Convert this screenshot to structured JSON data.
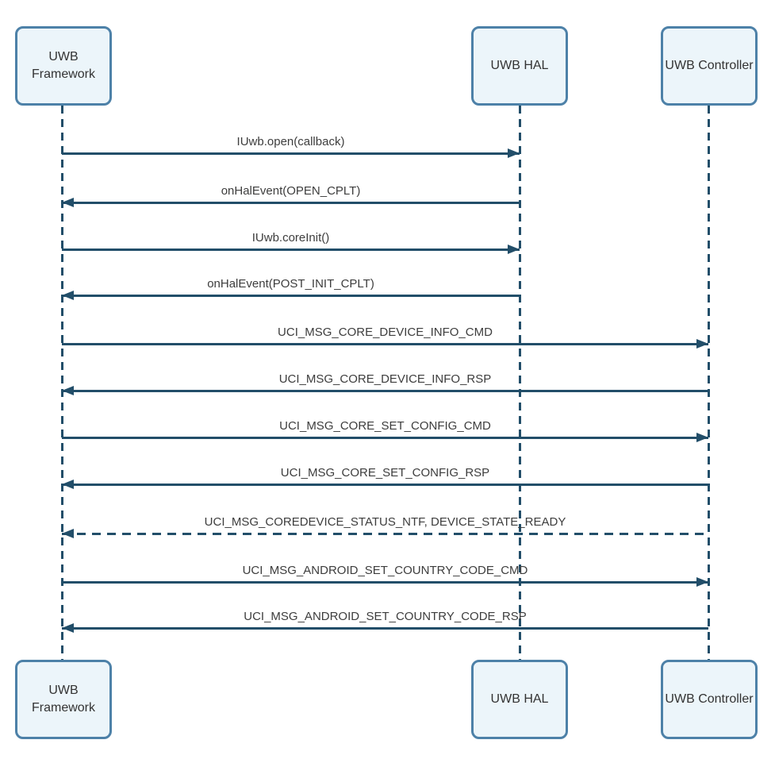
{
  "diagram": {
    "type": "sequence",
    "title": "",
    "colors": {
      "background": "#ffffff",
      "box_fill": "#ecf5fa",
      "box_border": "#4d81a8",
      "line": "#224e69",
      "label_text": "#3d3d3d"
    },
    "lifeline_style": "dashed",
    "actors": [
      {
        "id": "uwb-framework",
        "label": "UWB Framework"
      },
      {
        "id": "uwb-hal",
        "label": "UWB HAL"
      },
      {
        "id": "uwb-controller",
        "label": "UWB Controller"
      }
    ],
    "messages": [
      {
        "label": "IUwb.open(callback)",
        "from": "UWB Framework",
        "to": "UWB HAL",
        "line": "solid",
        "direction": "right"
      },
      {
        "label": "onHalEvent(OPEN_CPLT)",
        "from": "UWB HAL",
        "to": "UWB Framework",
        "line": "solid",
        "direction": "left"
      },
      {
        "label": "IUwb.coreInit()",
        "from": "UWB Framework",
        "to": "UWB HAL",
        "line": "solid",
        "direction": "right"
      },
      {
        "label": "onHalEvent(POST_INIT_CPLT)",
        "from": "UWB HAL",
        "to": "UWB Framework",
        "line": "solid",
        "direction": "left"
      },
      {
        "label": "UCI_MSG_CORE_DEVICE_INFO_CMD",
        "from": "UWB Framework",
        "to": "UWB Controller",
        "line": "solid",
        "direction": "right"
      },
      {
        "label": "UCI_MSG_CORE_DEVICE_INFO_RSP",
        "from": "UWB Controller",
        "to": "UWB Framework",
        "line": "solid",
        "direction": "left"
      },
      {
        "label": "UCI_MSG_CORE_SET_CONFIG_CMD",
        "from": "UWB Framework",
        "to": "UWB Controller",
        "line": "solid",
        "direction": "right"
      },
      {
        "label": "UCI_MSG_CORE_SET_CONFIG_RSP",
        "from": "UWB Controller",
        "to": "UWB Framework",
        "line": "solid",
        "direction": "left"
      },
      {
        "label": "UCI_MSG_COREDEVICE_STATUS_NTF, DEVICE_STATE_READY",
        "from": "UWB Controller",
        "to": "UWB Framework",
        "line": "dashed",
        "direction": "left"
      },
      {
        "label": "UCI_MSG_ANDROID_SET_COUNTRY_CODE_CMD",
        "from": "UWB Framework",
        "to": "UWB Controller",
        "line": "solid",
        "direction": "right"
      },
      {
        "label": "UCI_MSG_ANDROID_SET_COUNTRY_CODE_RSP",
        "from": "UWB Controller",
        "to": "UWB Framework",
        "line": "solid",
        "direction": "left"
      }
    ]
  }
}
